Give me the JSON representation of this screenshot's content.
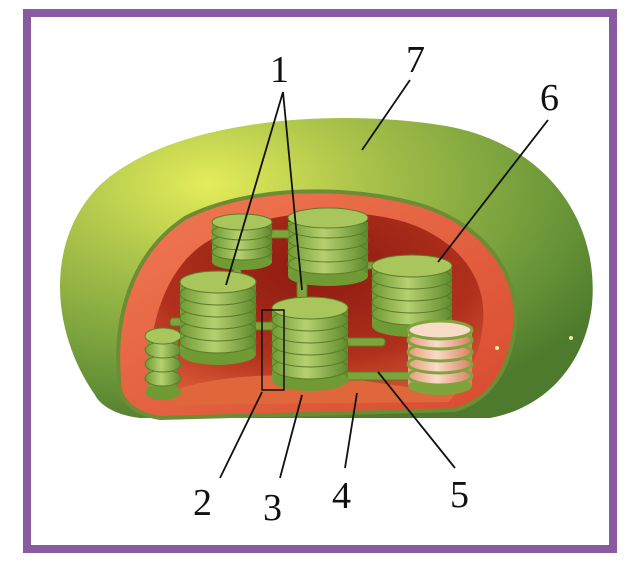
{
  "colors": {
    "frame": "#8a5aa0",
    "outer_membrane": "#6f9a3a",
    "inner_membrane": "#e86040",
    "stroma": "#a82818",
    "granum": "#7fa43c"
  },
  "labels": {
    "l1": "1",
    "l2": "2",
    "l3": "3",
    "l4": "4",
    "l5": "5",
    "l6": "6",
    "l7": "7"
  }
}
